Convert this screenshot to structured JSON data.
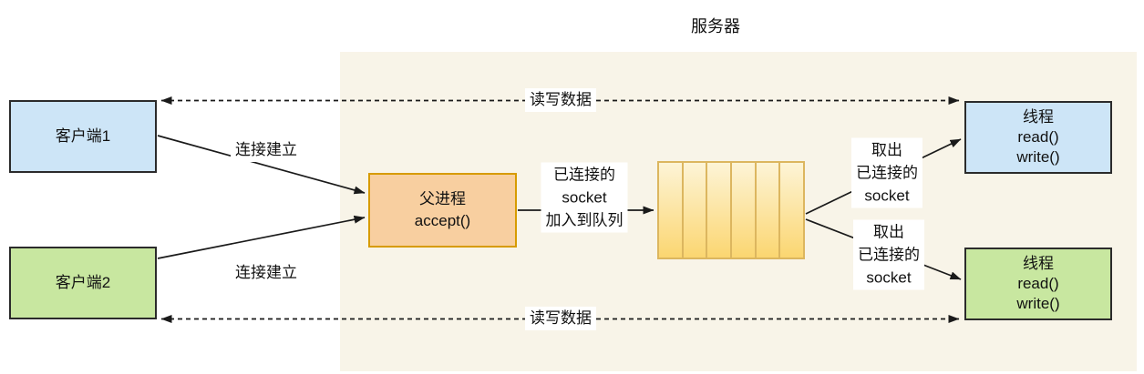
{
  "title": "服务器",
  "nodes": {
    "client1": {
      "label": "客户端1"
    },
    "client2": {
      "label": "客户端2"
    },
    "parent_process": {
      "line1": "父进程",
      "line2": "accept()"
    },
    "queue": {
      "cell_count": 6
    },
    "thread1": {
      "line1": "线程",
      "line2": "read()",
      "line3": "write()"
    },
    "thread2": {
      "line1": "线程",
      "line2": "read()",
      "line3": "write()"
    }
  },
  "edge_labels": {
    "connect1": "连接建立",
    "connect2": "连接建立",
    "enqueue_line1": "已连接的",
    "enqueue_line2": "socket",
    "enqueue_line3": "加入到队列",
    "dequeue1_line1": "取出",
    "dequeue1_line2": "已连接的",
    "dequeue1_line3": "socket",
    "dequeue2_line1": "取出",
    "dequeue2_line2": "已连接的",
    "dequeue2_line3": "socket",
    "readwrite_top": "读写数据",
    "readwrite_bottom": "读写数据"
  },
  "colors": {
    "server_background": "#f8f4e8",
    "client_blue_fill": "#cde5f7",
    "client_green_fill": "#c8e7a0",
    "process_orange_fill": "#f8cfa0",
    "process_orange_border": "#d79b00",
    "queue_gradient_top": "#fdf4d6",
    "queue_gradient_bottom": "#fbd671",
    "queue_border": "#dcb65f",
    "line_color": "#1a1a1a"
  }
}
